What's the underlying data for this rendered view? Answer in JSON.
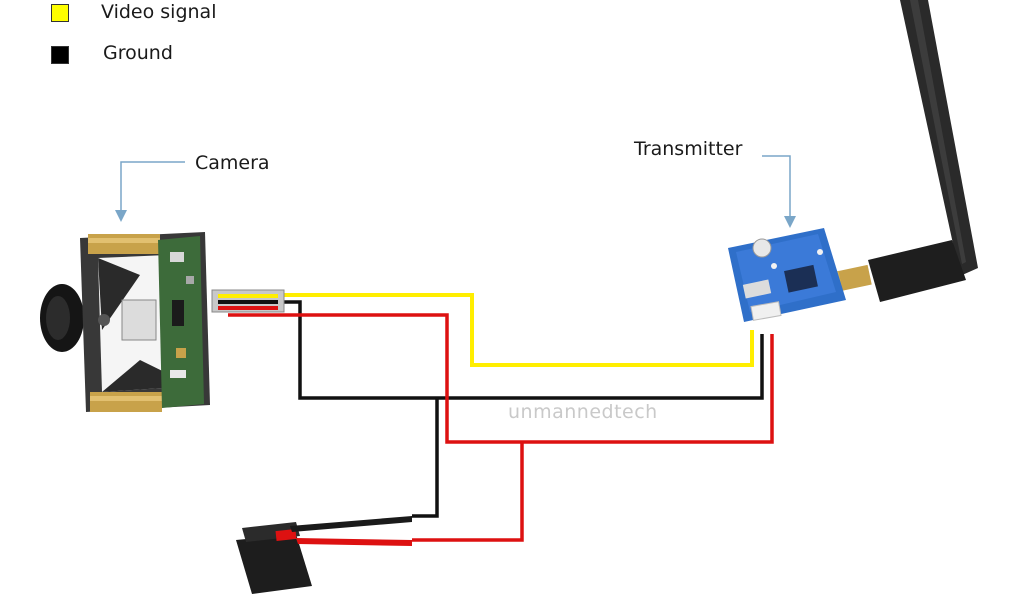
{
  "legend": [
    {
      "label": "Video signal",
      "color": "#ffff00"
    },
    {
      "label": "Ground",
      "color": "#000000"
    }
  ],
  "labels": {
    "camera": "Camera",
    "transmitter": "Transmitter"
  },
  "watermark": "unmannedtech",
  "colors": {
    "video": "#ffee00",
    "ground": "#111111",
    "power": "#dd1111",
    "callout": "#7aa6c8",
    "pcb_green": "#3d6b3a",
    "pcb_blue": "#2f6fc9",
    "brass": "#c8a24a",
    "antenna": "#2a2a2a"
  },
  "icons": [
    "camera-module-icon",
    "transmitter-module-icon",
    "antenna-icon",
    "power-connector-icon"
  ]
}
